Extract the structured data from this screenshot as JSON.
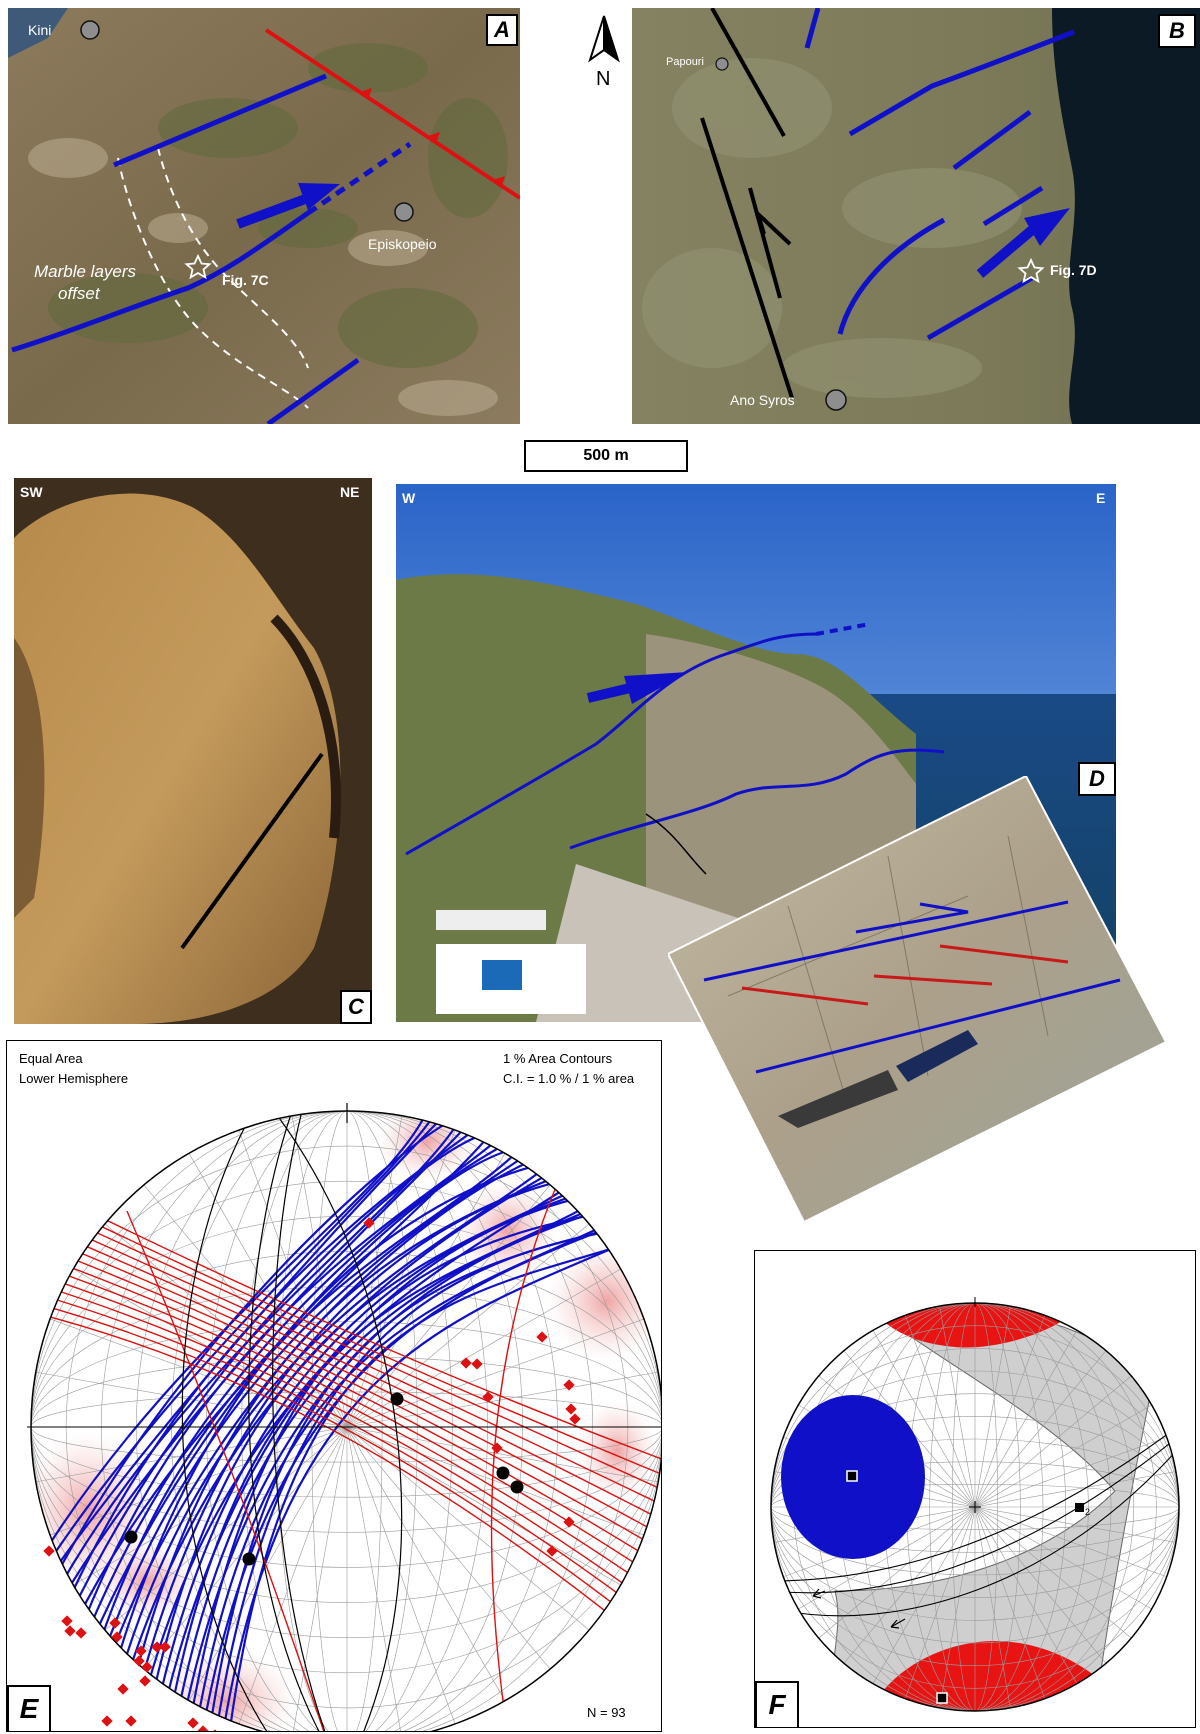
{
  "panels": {
    "a": {
      "letter": "A",
      "places": [
        "Kini",
        "Episkopeio"
      ],
      "note_line1": "Marble layers",
      "note_line2": "offset",
      "fig_ref": "Fig. 7C"
    },
    "b": {
      "letter": "B",
      "places": [
        "Papouri",
        "Ano Syros"
      ],
      "fig_ref": "Fig. 7D"
    },
    "c": {
      "letter": "C",
      "dir_left": "SW",
      "dir_right": "NE"
    },
    "d": {
      "letter": "D",
      "dir_left": "W",
      "dir_right": "E"
    },
    "e": {
      "letter": "E",
      "projection_line1": "Equal Area",
      "projection_line2": "Lower Hemisphere",
      "contour_line1": "1 % Area Contours",
      "contour_line2": "C.I. = 1.0 % / 1 % area",
      "count": "N = 93"
    },
    "f": {
      "letter": "F",
      "axis_label": "2"
    }
  },
  "north_label": "N",
  "scale_bar": "500 m",
  "colors": {
    "fault_blue": "#1010c8",
    "fault_red": "#dd1111",
    "fault_black": "#000000",
    "contour_pink": "#f4b8b8",
    "gray_fill": "#cfcfcf"
  }
}
